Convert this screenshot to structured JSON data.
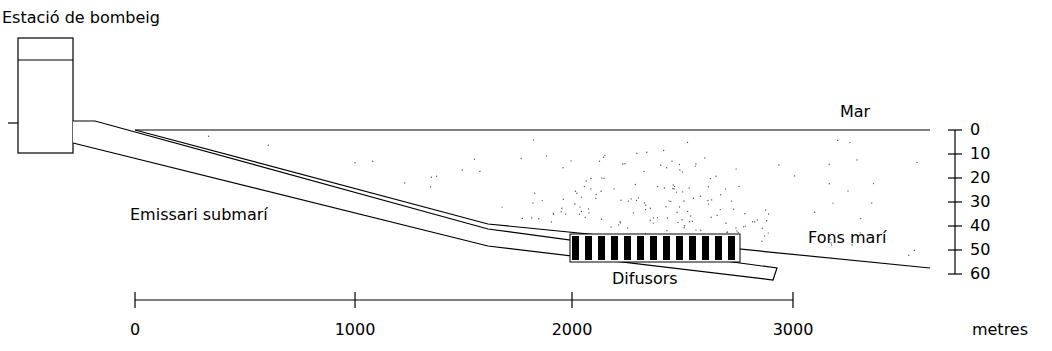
{
  "diagram": {
    "labels": [
      "Estació de bombeig",
      "Mar",
      "0",
      "10",
      "20",
      "30",
      "Emissari submarí",
      "40",
      "Fons marí",
      "50",
      "Difusors",
      "60",
      "0",
      "1000",
      "2000",
      "3000",
      "metres"
    ]
  }
}
